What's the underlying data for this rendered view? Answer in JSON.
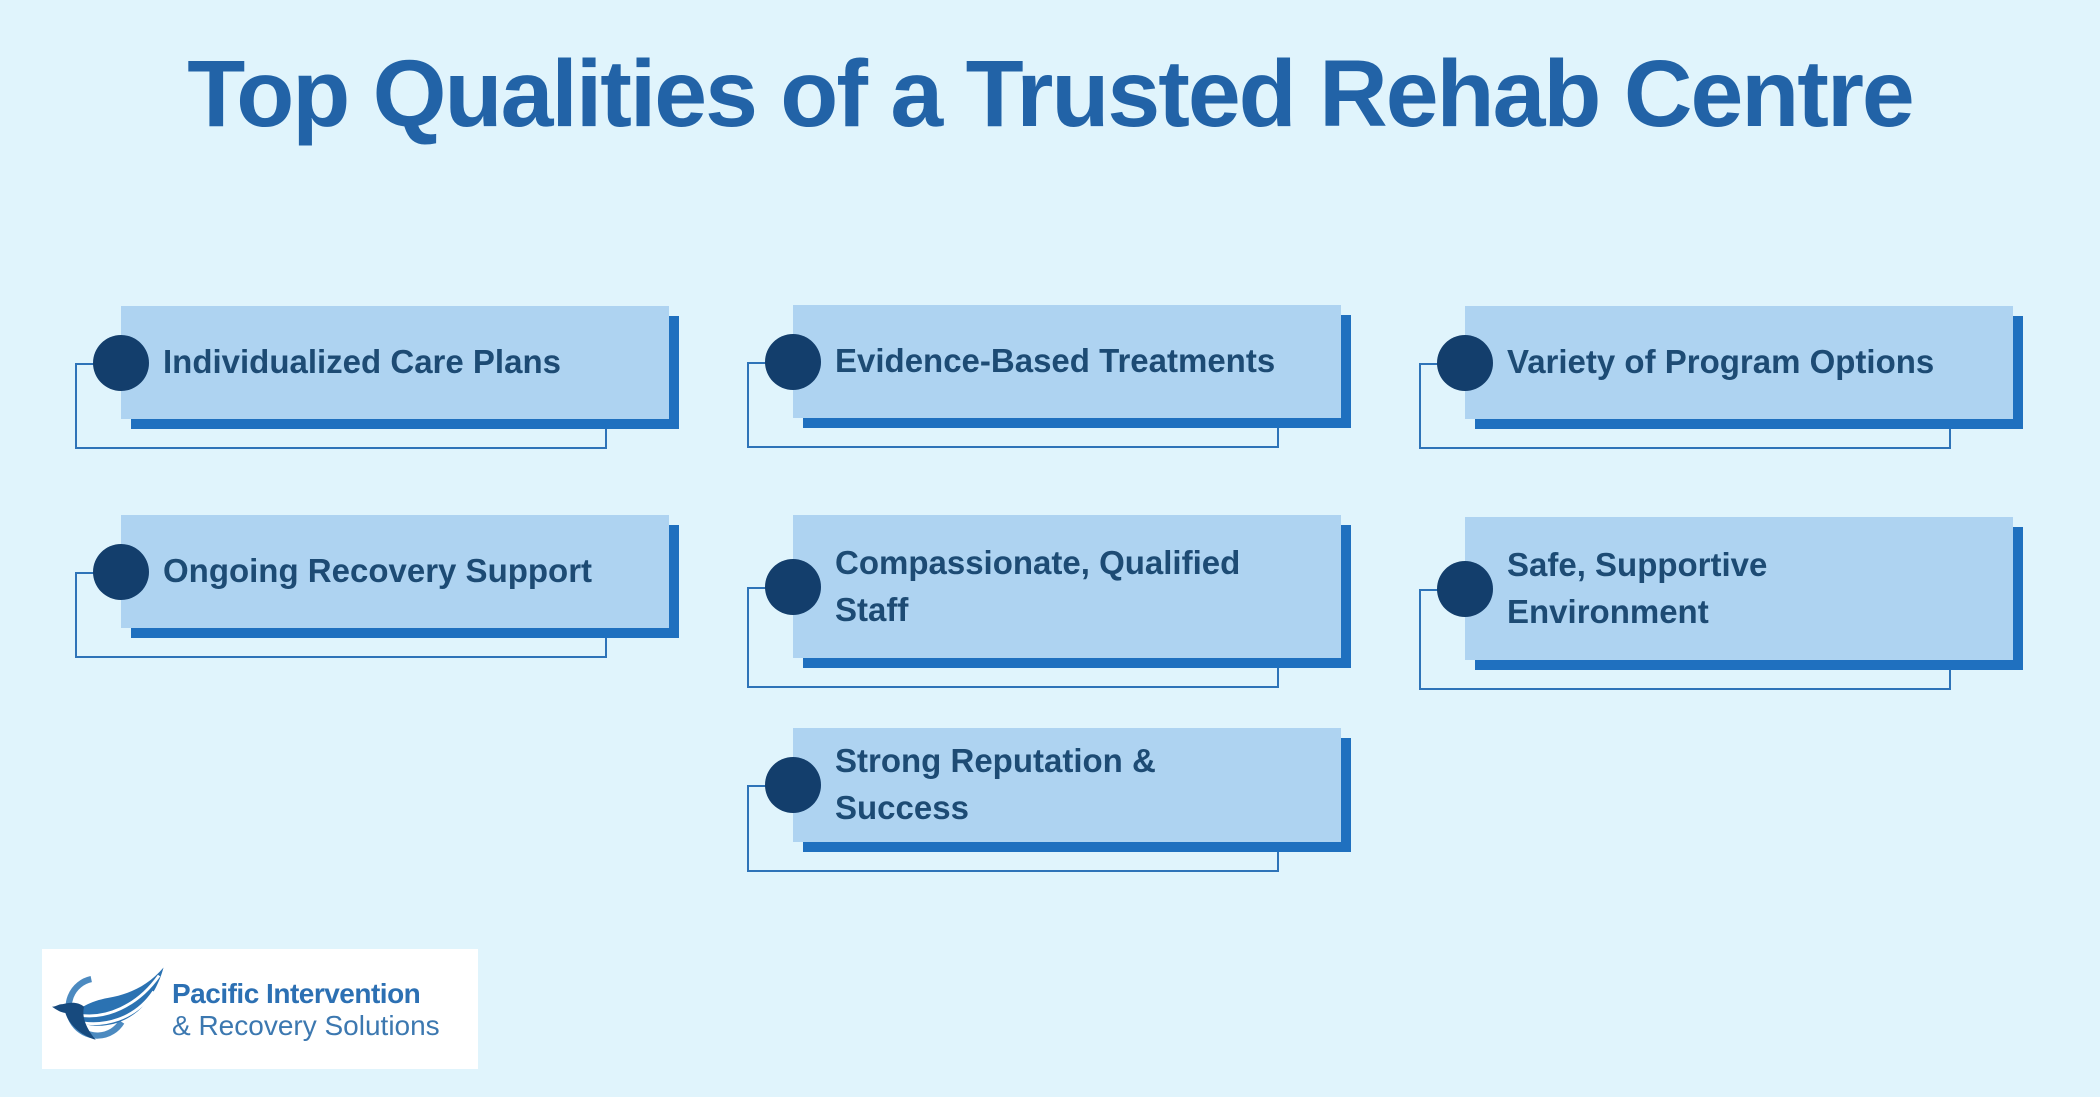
{
  "title": "Top Qualities of a Trusted Rehab Centre",
  "cards": [
    {
      "label": "Individualized Care Plans"
    },
    {
      "label": "Evidence-Based Treatments"
    },
    {
      "label": "Variety of Program Options"
    },
    {
      "label": "Ongoing Recovery Support"
    },
    {
      "label": "Compassionate, Qualified\nStaff"
    },
    {
      "label": "Safe, Supportive\nEnvironment"
    },
    {
      "label": "Strong Reputation &\nSuccess"
    }
  ],
  "logo": {
    "line1": "Pacific Intervention",
    "line2": "& Recovery Solutions"
  },
  "colors": {
    "background": "#e0f4fc",
    "card_fill": "#aed3f1",
    "card_shadow": "#1f70bf",
    "bullet": "#133e6c",
    "card_text": "#1d4b74",
    "title_text": "#2263a7",
    "outline_stroke": "#2e73b8",
    "logo_blue": "#2c70b3"
  }
}
